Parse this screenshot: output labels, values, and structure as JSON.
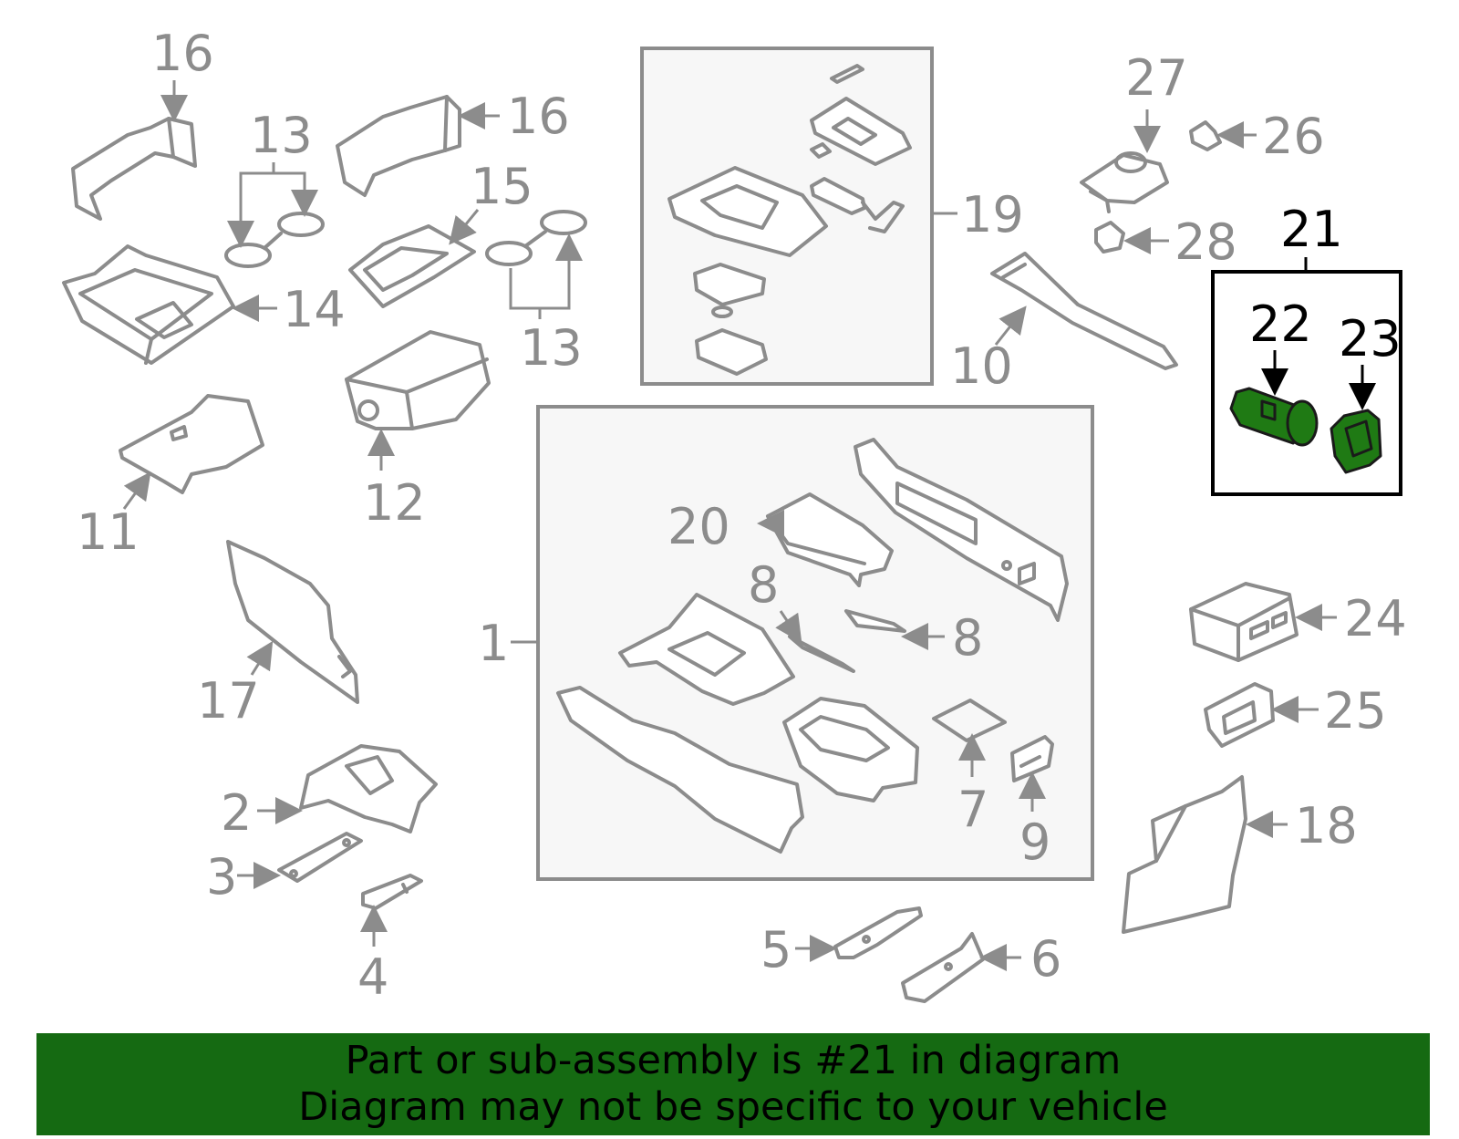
{
  "colors": {
    "part_stroke": "#8c8c8c",
    "box_fill": "#f7f7f7",
    "highlight_part": "#1f7a14",
    "banner_bg": "#156a12",
    "text_dark": "#000000"
  },
  "callouts": {
    "c1": "1",
    "c2": "2",
    "c3": "3",
    "c4": "4",
    "c5": "5",
    "c6": "6",
    "c7": "7",
    "c8a": "8",
    "c8b": "8",
    "c9": "9",
    "c10": "10",
    "c11": "11",
    "c12": "12",
    "c13a": "13",
    "c13b": "13",
    "c14": "14",
    "c15": "15",
    "c16a": "16",
    "c16b": "16",
    "c17": "17",
    "c18": "18",
    "c19": "19",
    "c20": "20",
    "c21": "21",
    "c22": "22",
    "c23": "23",
    "c24": "24",
    "c25": "25",
    "c26": "26",
    "c27": "27",
    "c28": "28"
  },
  "banner": {
    "line1": "Part or sub-assembly is #21 in diagram",
    "line2": "Diagram may not be specific to your vehicle"
  }
}
